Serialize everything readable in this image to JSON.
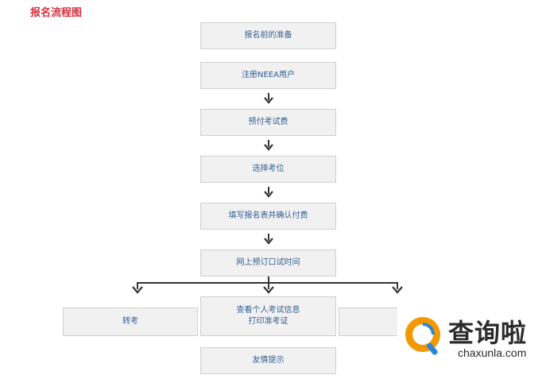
{
  "title": "报名流程图",
  "steps": [
    "报名前的准备",
    "注册NEEA用户",
    "预付考试费",
    "选择考位",
    "填写报名表并确认付费",
    "网上预订口试时间"
  ],
  "branches": {
    "left": "转考",
    "center_line1": "查看个人考试信息",
    "center_line2": "打印准考证",
    "right": ""
  },
  "final_step": "友情提示",
  "watermark": {
    "name": "查询啦",
    "url": "chaxunla.com"
  },
  "colors": {
    "title": "#d6313f",
    "step_text": "#2f5f96",
    "step_bg": "#f1f1f1",
    "arrow": "#333333",
    "watermark_orange": "#f39800",
    "watermark_blue": "#2b87d6"
  }
}
